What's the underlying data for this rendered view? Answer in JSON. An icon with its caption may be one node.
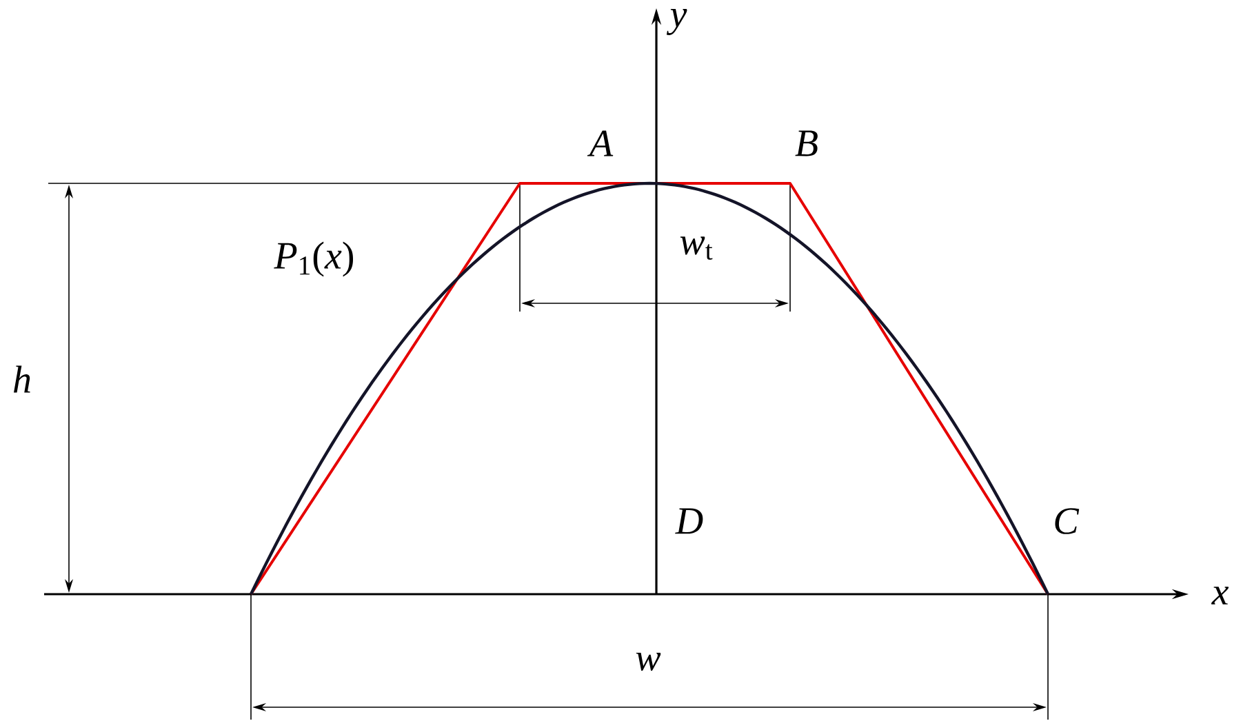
{
  "diagram": {
    "labels": [
      "y",
      "A",
      "B",
      "*P*$_{1}$(*x*)",
      "*w*$_{t}$",
      "h",
      "D",
      "C",
      "x",
      "w"
    ]
  }
}
